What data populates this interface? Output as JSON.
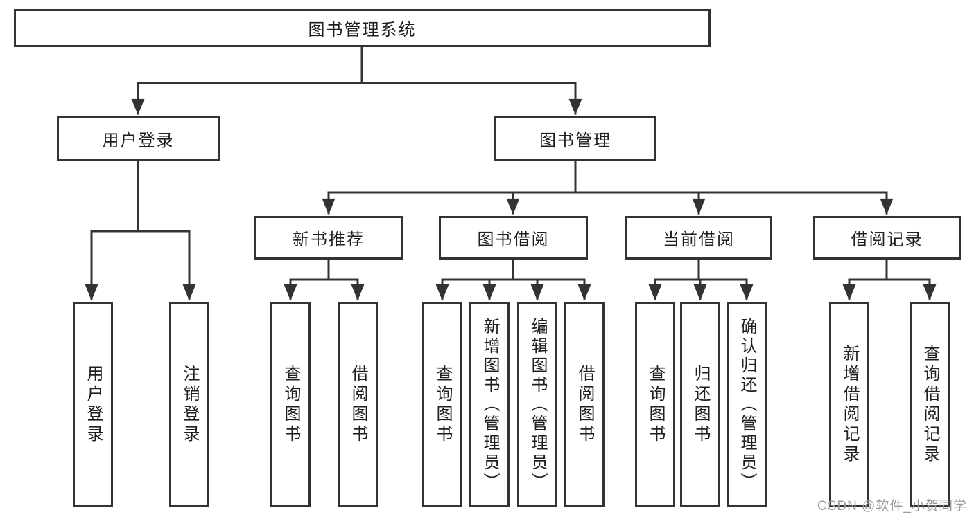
{
  "diagram": {
    "root": {
      "label": "图书管理系统",
      "children": [
        {
          "label": "用户登录",
          "children": [
            {
              "label": "用户登录"
            },
            {
              "label": "注销登录"
            }
          ]
        },
        {
          "label": "图书管理",
          "children": [
            {
              "label": "新书推荐",
              "children": [
                {
                  "label": "查询图书"
                },
                {
                  "label": "借阅图书"
                }
              ]
            },
            {
              "label": "图书借阅",
              "children": [
                {
                  "label": "查询图书"
                },
                {
                  "label": "新增图书（管理员）"
                },
                {
                  "label": "编辑图书（管理员）"
                },
                {
                  "label": "借阅图书"
                }
              ]
            },
            {
              "label": "当前借阅",
              "children": [
                {
                  "label": "查询图书"
                },
                {
                  "label": "归还图书"
                },
                {
                  "label": "确认归还（管理员）"
                }
              ]
            },
            {
              "label": "借阅记录",
              "children": [
                {
                  "label": "新增借阅记录"
                },
                {
                  "label": "查询借阅记录"
                }
              ]
            }
          ]
        }
      ]
    }
  },
  "watermark": {
    "text": "CSDN @软件_小贺同学"
  },
  "colors": {
    "line": "#333333",
    "box_border": "#333333",
    "text": "#1f1f1f",
    "watermark": "#9b9b9b",
    "background": "#ffffff"
  }
}
